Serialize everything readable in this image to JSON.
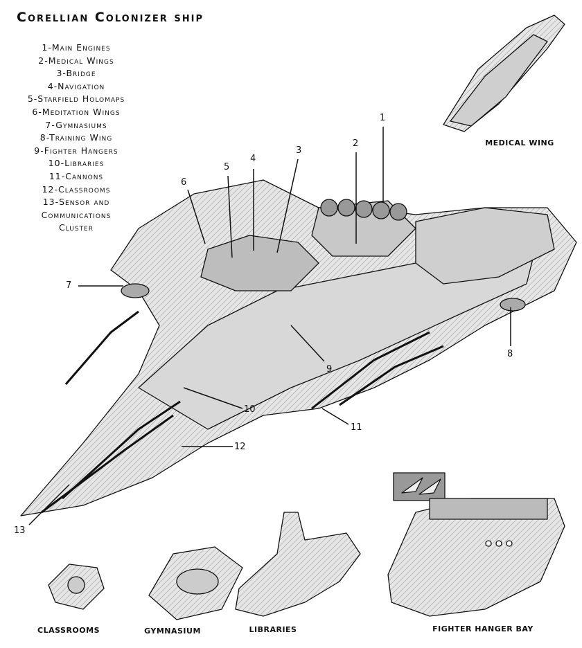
{
  "title": "Corellian Colonizer ship",
  "legend": [
    "1-Main Engines",
    "2-Medical Wings",
    "3-Bridge",
    "4-Navigation",
    "5-Starfield Holomaps",
    "6-Meditation Wings",
    "7-Gymnasiums",
    "8-Training Wing",
    "9-Fighter Hangers",
    "10-Libraries",
    "11-Cannons",
    "12-Classrooms",
    "13-Sensor and",
    "Communications",
    "Cluster"
  ],
  "callouts": [
    "1",
    "2",
    "3",
    "4",
    "5",
    "6",
    "7",
    "8",
    "9",
    "10",
    "11",
    "12",
    "13"
  ],
  "captions": {
    "medical_wing": "MEDICAL WING",
    "classrooms": "CLASSROOMS",
    "gymnasium": "GYMNASIUM",
    "libraries": "LIBRARIES",
    "fighter_hanger_bay": "FIGHTER HANGER BAY"
  }
}
